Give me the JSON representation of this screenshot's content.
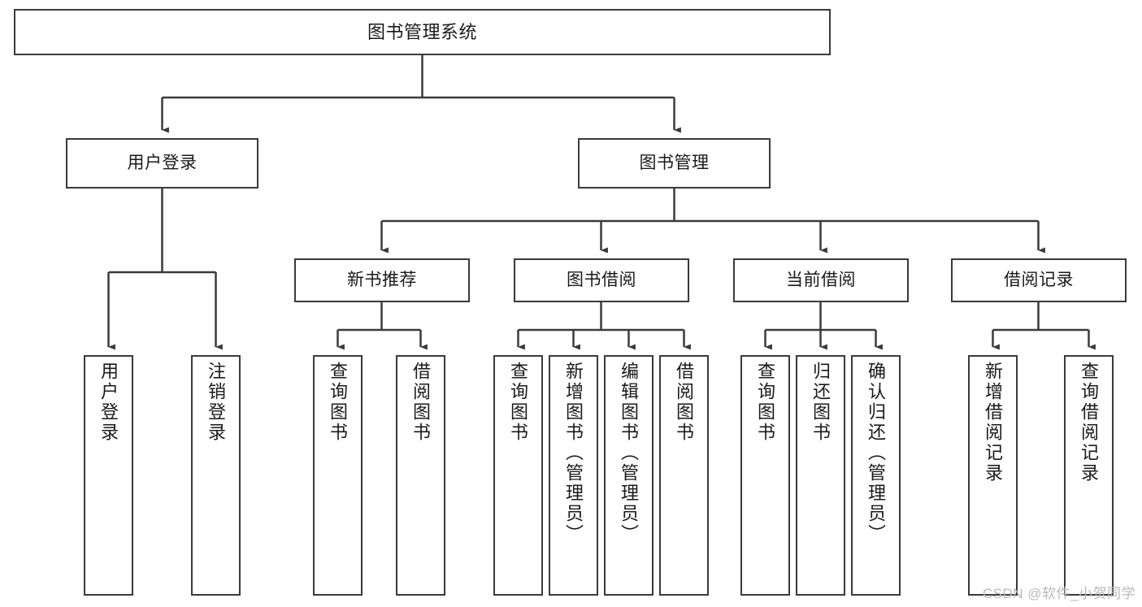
{
  "diagram": {
    "title": "图书管理系统",
    "type": "hierarchy-tree",
    "nodes": {
      "root": {
        "label": "图书管理系统"
      },
      "level2": [
        {
          "id": "user-login",
          "label": "用户登录"
        },
        {
          "id": "book-manage",
          "label": "图书管理"
        }
      ],
      "level3": [
        {
          "id": "new-book-recommend",
          "label": "新书推荐"
        },
        {
          "id": "book-borrow",
          "label": "图书借阅"
        },
        {
          "id": "current-borrow",
          "label": "当前借阅"
        },
        {
          "id": "borrow-record",
          "label": "借阅记录"
        }
      ],
      "leaves": {
        "user_login": [
          {
            "id": "leaf-user-login",
            "label": "用户登录"
          },
          {
            "id": "leaf-logout-login",
            "label": "注销登录"
          }
        ],
        "new_book_recommend": [
          {
            "id": "leaf-query-book-1",
            "label": "查询图书"
          },
          {
            "id": "leaf-borrow-book-1",
            "label": "借阅图书"
          }
        ],
        "book_borrow": [
          {
            "id": "leaf-query-book-2",
            "label": "查询图书"
          },
          {
            "id": "leaf-add-book",
            "label": "新增图书（管理员）"
          },
          {
            "id": "leaf-edit-book",
            "label": "编辑图书（管理员）"
          },
          {
            "id": "leaf-borrow-book-2",
            "label": "借阅图书"
          }
        ],
        "current_borrow": [
          {
            "id": "leaf-query-book-3",
            "label": "查询图书"
          },
          {
            "id": "leaf-return-book",
            "label": "归还图书"
          },
          {
            "id": "leaf-confirm-return",
            "label": "确认归还（管理员）"
          }
        ],
        "borrow_record": [
          {
            "id": "leaf-add-borrow-record",
            "label": "新增借阅记录"
          },
          {
            "id": "leaf-query-borrow-record",
            "label": "查询借阅记录"
          }
        ]
      }
    },
    "colors": {
      "stroke": "#3a3a3a",
      "fill": "#ffffff",
      "text": "#1a1a1a",
      "watermark": "#b9b9b9"
    }
  },
  "watermark": {
    "text": "CSDN @软件_小贺同学"
  }
}
